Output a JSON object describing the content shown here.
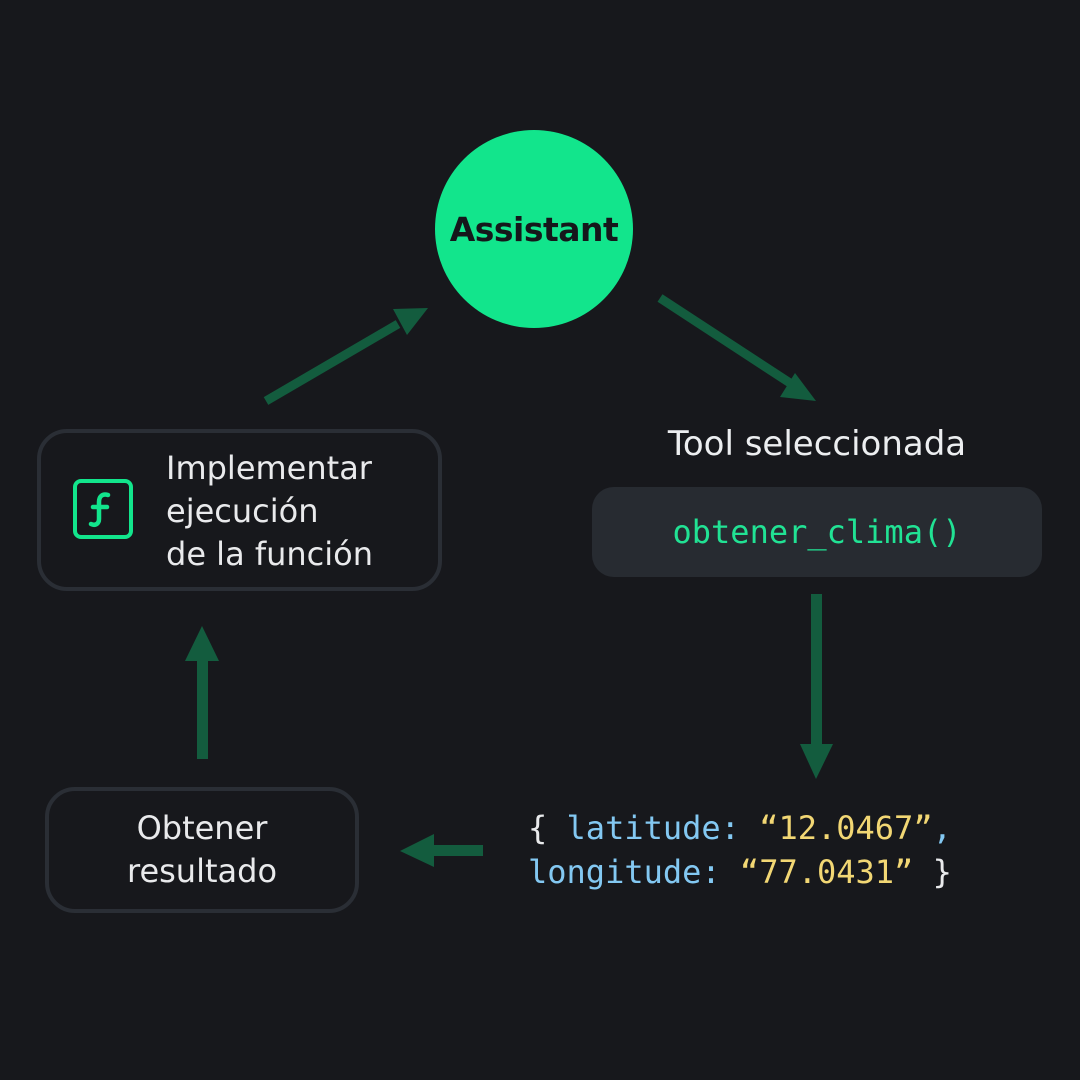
{
  "assistant": {
    "label": "Assistant"
  },
  "implement": {
    "lines": [
      "Implementar",
      "ejecución",
      "de la función"
    ],
    "icon": "function-icon"
  },
  "tool": {
    "label": "Tool seleccionada",
    "function_name": "obtener_clima()"
  },
  "result": {
    "lines": [
      "Obtener",
      "resultado"
    ]
  },
  "arguments": {
    "open_brace": "{",
    "latitude_key": "latitude",
    "latitude_value": "“12.0467”",
    "longitude_key": "longitude",
    "longitude_value": "“77.0431”",
    "close_brace": "}"
  },
  "colors": {
    "background": "#17181c",
    "accent": "#12e58c",
    "arrow": "#135c3e",
    "box_border": "#2a2e35",
    "code_bg": "#272b31",
    "json_key": "#83c8f2",
    "json_value": "#f2d774"
  }
}
